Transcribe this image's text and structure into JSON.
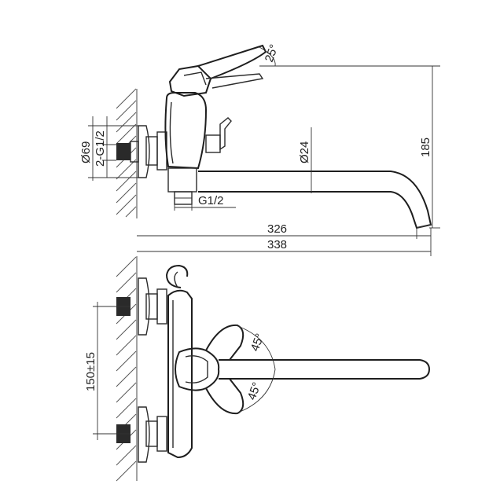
{
  "dimensions": {
    "angle_top": "25°",
    "height_total": "185",
    "spout_diameter": "Ø24",
    "flange_diameter": "Ø69",
    "inlet_thread": "2-G1/2",
    "outlet_thread": "G1/2",
    "reach_326": "326",
    "reach_338": "338",
    "centers": "150±15",
    "angle_right_1": "45°",
    "angle_right_2": "45°"
  }
}
